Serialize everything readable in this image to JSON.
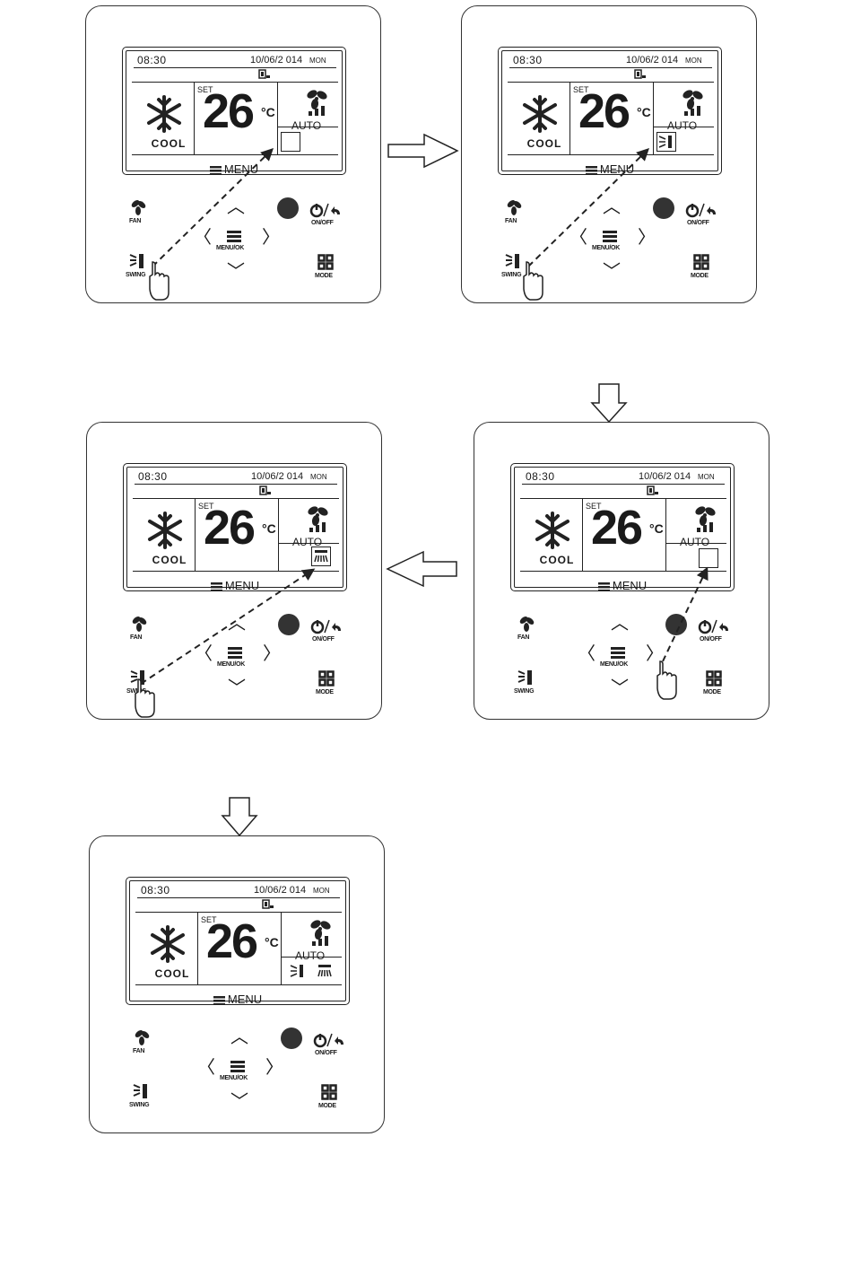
{
  "display": {
    "time": "08:30",
    "date": "10/06/2 014",
    "day": "MON",
    "set_label": "SET",
    "temperature": "26",
    "unit": "°C",
    "mode": "COOL",
    "fan_speed": "AUTO",
    "menu": "MENU"
  },
  "buttons": {
    "fan": "FAN",
    "swing": "SWING",
    "menu_ok": "MENU/OK",
    "on_off": "ON/OFF",
    "mode": "MODE"
  },
  "steps": [
    {
      "id": 1,
      "swing_indicator": "empty-box"
    },
    {
      "id": 2,
      "swing_indicator": "vertical-swing-icon"
    },
    {
      "id": 3,
      "swing_indicator": "empty-box"
    },
    {
      "id": 4,
      "swing_indicator": "horizontal-swing-icon"
    },
    {
      "id": 5,
      "swing_indicator": "both-swing-icons"
    }
  ],
  "colors": {
    "line": "#222222",
    "background": "#ffffff"
  }
}
